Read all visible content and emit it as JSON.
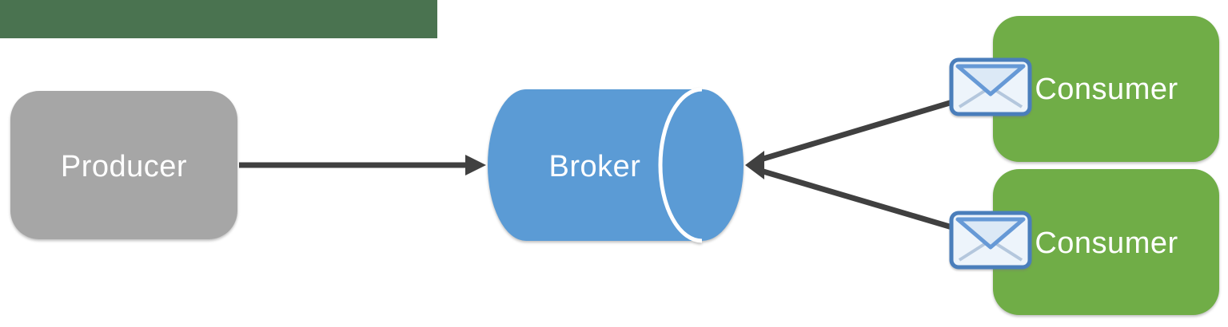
{
  "diagram": {
    "nodes": {
      "producer": {
        "label": "Producer",
        "shape": "rounded-rectangle"
      },
      "broker": {
        "label": "Broker",
        "shape": "horizontal-cylinder"
      },
      "consumer_top": {
        "label": "Consumer",
        "shape": "rounded-rectangle"
      },
      "consumer_bottom": {
        "label": "Consumer",
        "shape": "rounded-rectangle"
      }
    },
    "edges": [
      {
        "from": "Producer",
        "to": "Broker",
        "arrowhead": "into Broker left side"
      },
      {
        "from": "Consumer (top)",
        "to": "Broker",
        "arrowhead": "into Broker right side (shared head)"
      },
      {
        "from": "Consumer (bottom)",
        "to": "Broker",
        "arrowhead": "into Broker right side (shared head)"
      }
    ],
    "icons": [
      {
        "name": "envelope-icon",
        "attached_to": "consumer_top"
      },
      {
        "name": "envelope-icon",
        "attached_to": "consumer_bottom"
      }
    ],
    "colors": {
      "top_bar": "#4A7350",
      "producer_fill": "#A6A6A6",
      "broker_fill": "#5B9BD5",
      "consumer_fill": "#70AD47",
      "arrow": "#404040",
      "label_text": "#FFFFFF",
      "cylinder_seam": "#FFFFFF",
      "envelope_border": "#4A7EBB",
      "envelope_body": "#EDF4FB",
      "envelope_flap_fill": "#DCE9F6",
      "envelope_flap_stroke": "#6699D6",
      "envelope_fold_lines": "#B4C7DD"
    }
  }
}
